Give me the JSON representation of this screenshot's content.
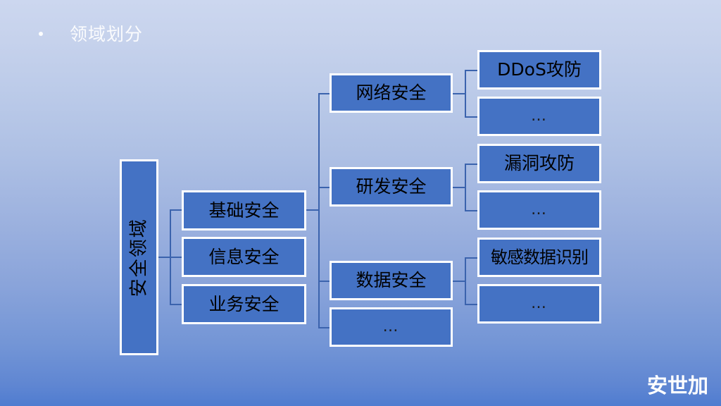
{
  "slide": {
    "title": "领域划分",
    "bullet_glyph": "•",
    "background": {
      "gradient_top": "#ccd7ef",
      "gradient_bottom": "#4f7cd0"
    },
    "box_fill": "#4472c4",
    "box_border": "#ffffff",
    "connector_color": "#3b63ad",
    "title_color": "#ffffff"
  },
  "diagram": {
    "root": {
      "label": "安全领域",
      "orientation": "vertical"
    },
    "level2": [
      {
        "label": "基础安全"
      },
      {
        "label": "信息安全"
      },
      {
        "label": "业务安全"
      }
    ],
    "level3": [
      {
        "label": "网络安全"
      },
      {
        "label": "研发安全"
      },
      {
        "label": "数据安全"
      },
      {
        "label": "…"
      }
    ],
    "level4": [
      {
        "label": "DDoS攻防"
      },
      {
        "label": "…"
      },
      {
        "label": "漏洞攻防"
      },
      {
        "label": "…"
      },
      {
        "label": "敏感数据识别"
      },
      {
        "label": "…"
      }
    ]
  },
  "logo": {
    "text": "安世加"
  }
}
